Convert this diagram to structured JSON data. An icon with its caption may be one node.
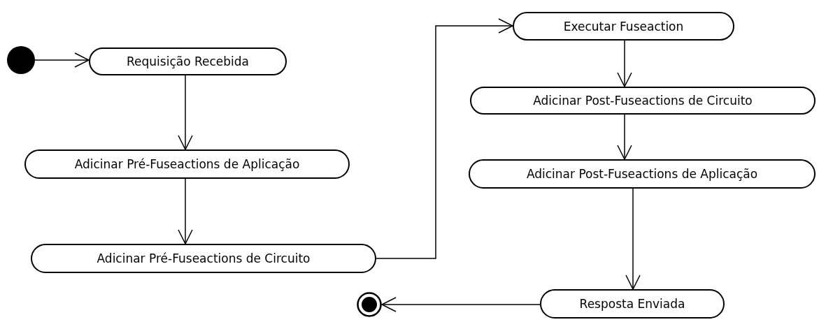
{
  "diagram": {
    "nodes": [
      {
        "text": [],
        "shape": "circle"
      },
      {
        "text": [
          "Requisição Recebida"
        ]
      },
      {
        "text": [
          "Adicinar Pré-Fuseactions de Aplicação"
        ]
      },
      {
        "text": [
          "Adicinar Pré-Fuseactions de Circuito"
        ]
      },
      {
        "text": [
          "Executar Fuseaction"
        ]
      },
      {
        "text": [
          "Adicinar Post-Fuseactions de Circuito"
        ]
      },
      {
        "text": [
          "Adicinar Post-Fuseactions de Aplicação"
        ]
      },
      {
        "text": [
          "Resposta Enviada"
        ]
      },
      {
        "text": [],
        "shape": "bullseye"
      }
    ],
    "edges": [
      {
        "from": 0,
        "to": 1,
        "arrow": "to"
      },
      {
        "from": 1,
        "to": 2,
        "arrow": "to"
      },
      {
        "from": 2,
        "to": 3,
        "arrow": "to"
      },
      {
        "from": 3,
        "to": 4,
        "arrow": "to"
      },
      {
        "from": 4,
        "to": 5,
        "arrow": "to"
      },
      {
        "from": 5,
        "to": 6,
        "arrow": "to"
      },
      {
        "from": 6,
        "to": 7,
        "arrow": "to"
      },
      {
        "from": 7,
        "to": 8,
        "arrow": "to"
      }
    ]
  }
}
